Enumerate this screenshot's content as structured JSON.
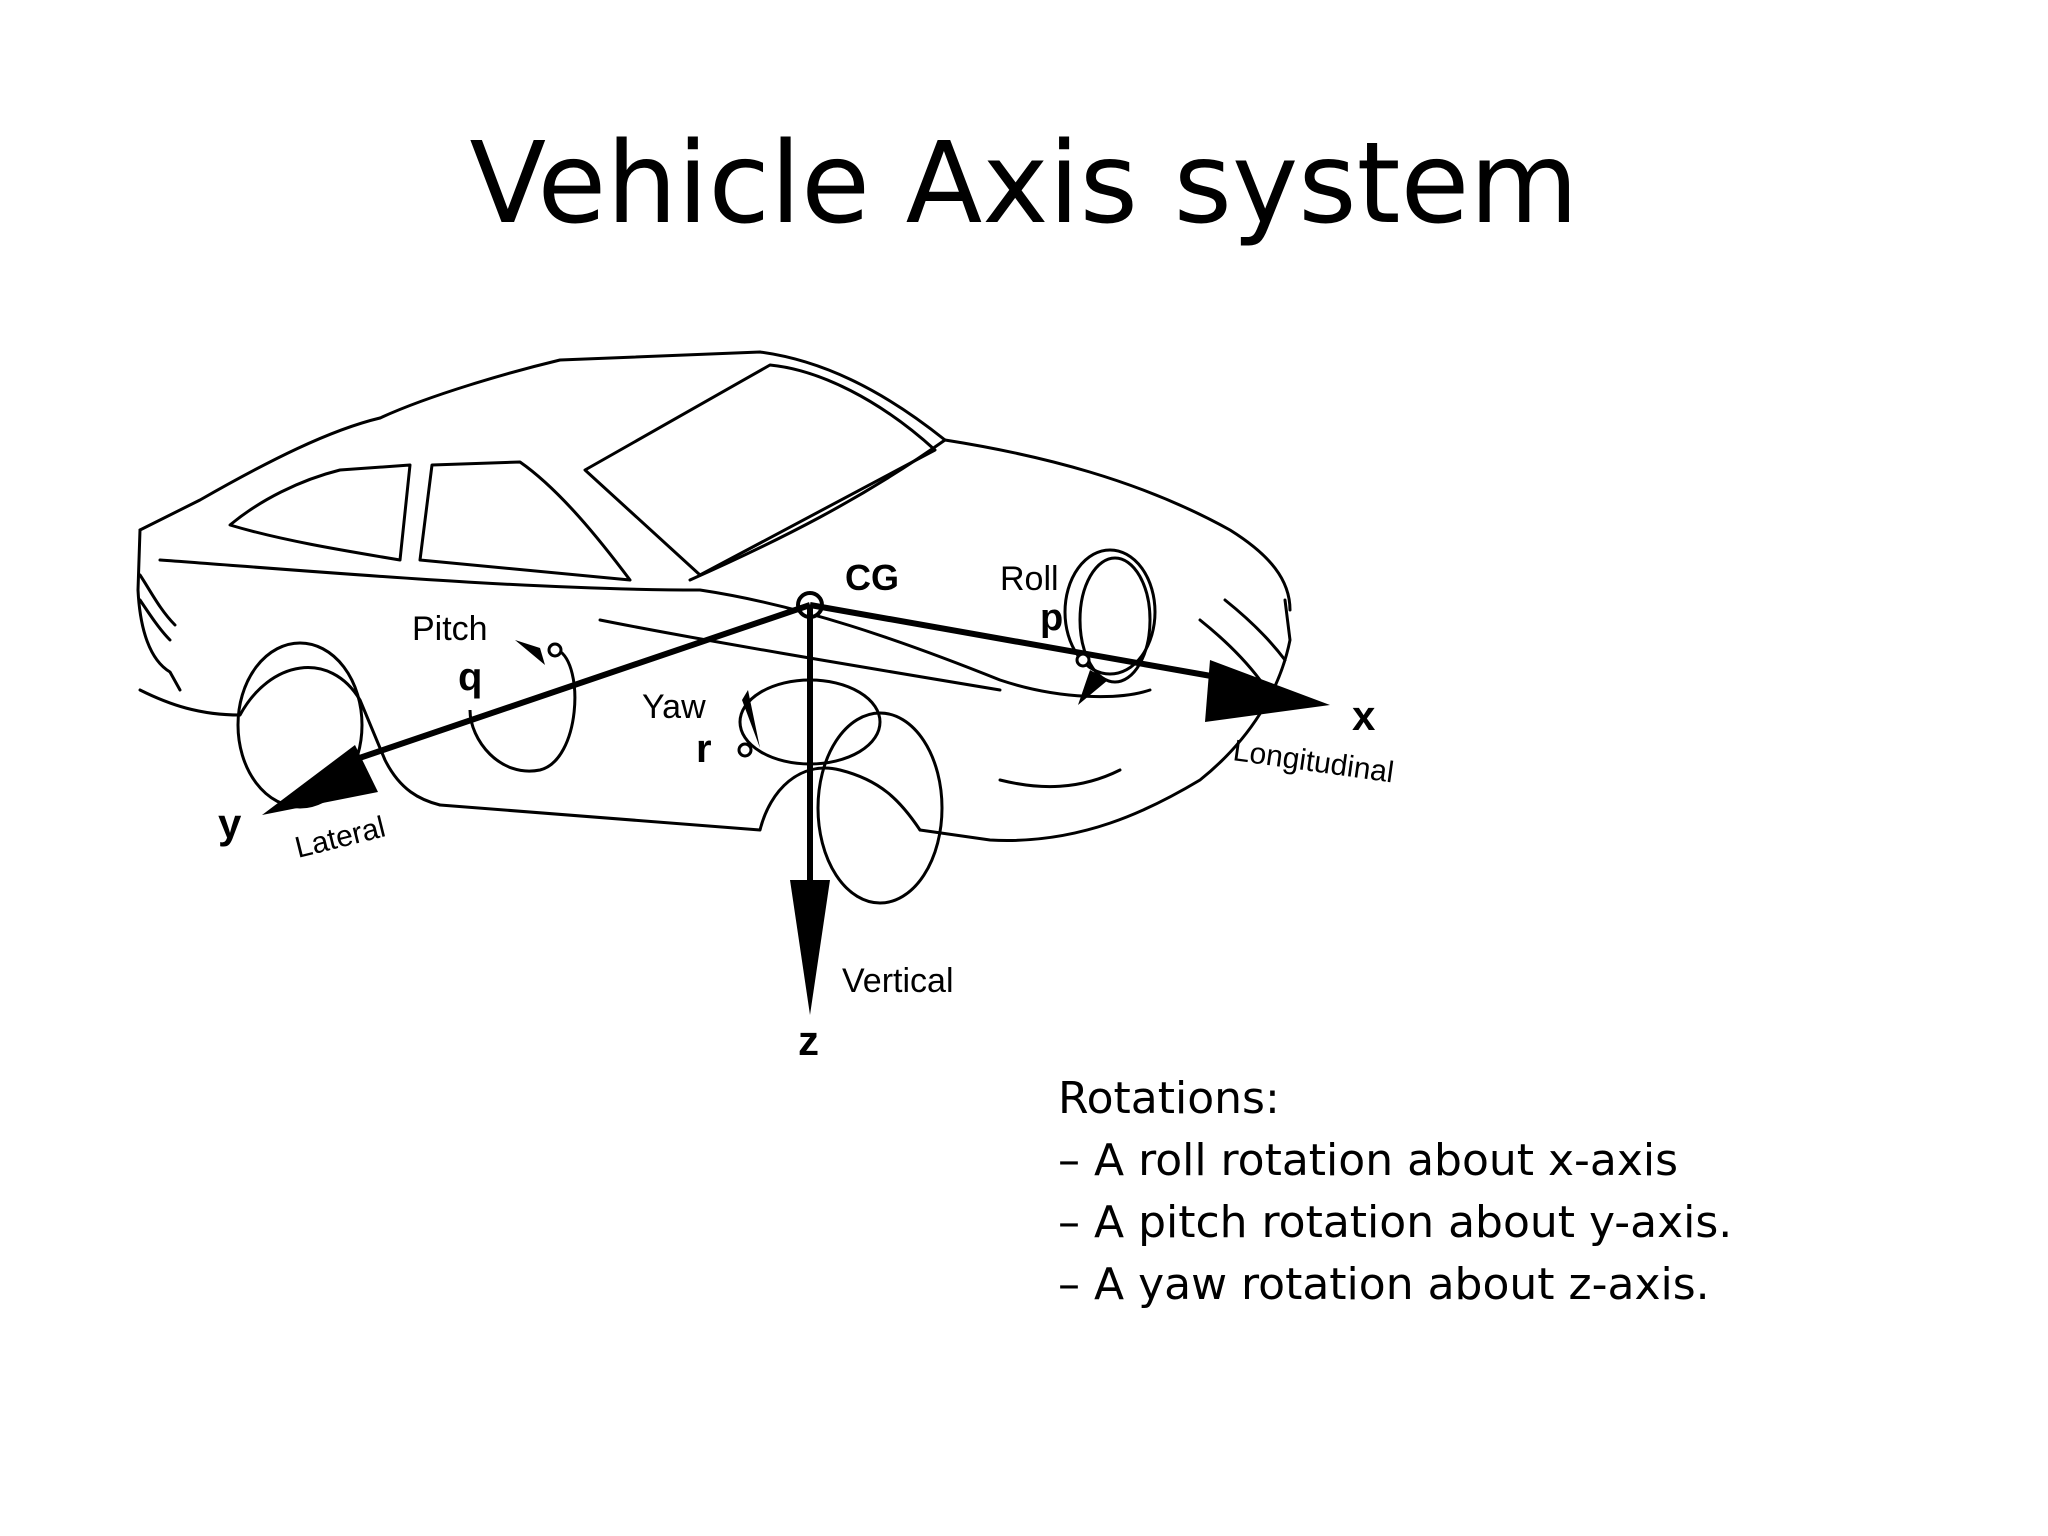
{
  "slide": {
    "title": "Vehicle Axis system"
  },
  "diagram": {
    "center_label": "CG",
    "axes": {
      "x": {
        "symbol": "x",
        "name": "Longitudinal"
      },
      "y": {
        "symbol": "y",
        "name": "Lateral"
      },
      "z": {
        "symbol": "z",
        "name": "Vertical"
      }
    },
    "rotations": {
      "roll": {
        "name": "Roll",
        "symbol": "p"
      },
      "pitch": {
        "name": "Pitch",
        "symbol": "q"
      },
      "yaw": {
        "name": "Yaw",
        "symbol": "r"
      }
    }
  },
  "notes": {
    "heading": "Rotations:",
    "items": [
      "– A roll rotation about x-axis",
      "– A pitch rotation about y-axis.",
      "– A yaw rotation about z-axis."
    ]
  }
}
